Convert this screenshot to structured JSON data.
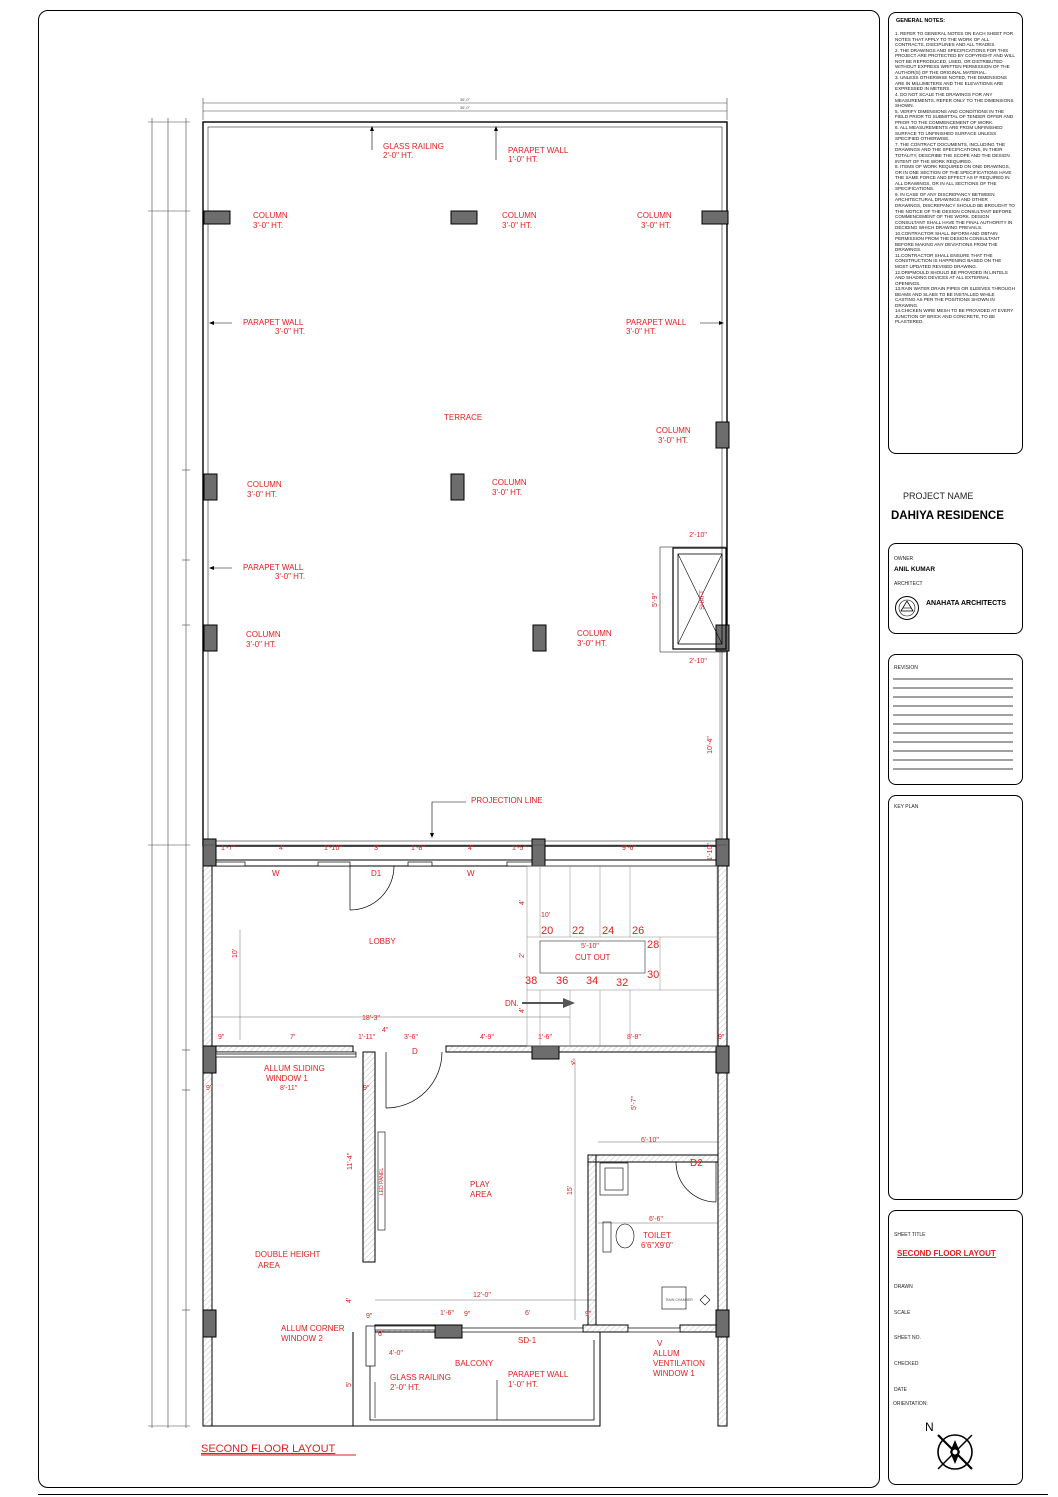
{
  "drawing": {
    "title": "SECOND FLOOR LAYOUT",
    "top_dims": [
      "36'-0\"",
      "36'-0\""
    ],
    "labels": {
      "glass_railing_top": [
        "GLASS RAILING",
        "2'-0\" HT."
      ],
      "parapet_top": [
        "PARAPET WALL",
        "1'-0\" HT."
      ],
      "col_1": [
        "COLUMN",
        "3'-0\" HT."
      ],
      "col_2": [
        "COLUMN",
        "3'-0\" HT."
      ],
      "col_3": [
        "COLUMN",
        "3'-0\" HT."
      ],
      "parapet_left_1": [
        "PARAPET WALL",
        "3'-0\" HT."
      ],
      "parapet_right": [
        "PARAPET WALL",
        "3'-0\" HT."
      ],
      "terrace": "TERRACE",
      "col_right_mid": [
        "COLUMN",
        "3'-0\" HT."
      ],
      "col_4": [
        "COLUMN",
        "3'-0\" HT."
      ],
      "col_5": [
        "COLUMN",
        "3'-0\" HT."
      ],
      "parapet_left_2": [
        "PARAPET WALL",
        "3'-0\" HT."
      ],
      "col_6": [
        "COLUMN",
        "3'-0\" HT."
      ],
      "col_7": [
        "COLUMN",
        "3'-0\" HT."
      ],
      "shaft": "SHAFT",
      "projection_line": "PROJECTION LINE",
      "lobby": "LOBBY",
      "d1": "D1",
      "w1": "W",
      "w2": "W",
      "cut_out": "CUT OUT",
      "dn": "DN.",
      "d": "D",
      "d2": "D2",
      "allum_sliding": [
        "ALLUM SLIDING",
        "WINDOW 1"
      ],
      "play_area": [
        "PLAY",
        "AREA"
      ],
      "led_panel": "LED PANEL",
      "toilet": [
        "TOILET",
        "6'6\"X9'0\""
      ],
      "double_height": [
        "DOUBLE HEIGHT",
        "AREA"
      ],
      "allum_corner": [
        "ALLUM CORNER",
        "WINDOW 2"
      ],
      "sd1": "SD-1",
      "balcony": "BALCONY",
      "glass_railing_bottom": [
        "GLASS RAILING",
        "2'-0\" HT."
      ],
      "parapet_bottom": [
        "PARAPET WALL",
        "1'-0\" HT."
      ],
      "v": "V",
      "allum_vent": [
        "ALLUM",
        "VENTILATION",
        "WINDOW 1"
      ],
      "rain_chamber": "RAIN CHAMBER"
    },
    "stair_numbers": [
      "20",
      "22",
      "24",
      "26",
      "28",
      "30",
      "32",
      "34",
      "36",
      "38"
    ],
    "dims": {
      "shaft_w_top": "2'-10\"",
      "shaft_w_bot": "2'-10\"",
      "shaft_h": "5'-9\"",
      "right_10_4": "10'-4\"",
      "d_1_7": "1'-7\"",
      "d_4a": "4'",
      "d_1_10": "1'-10\"",
      "d_3": "3'",
      "d_1_8": "1'-8\"",
      "d_4b": "4'",
      "d_1_5": "1'-5\"",
      "d_9_6": "9'-6\"",
      "d_1_10v": "1'-10\"",
      "d_10": "10'",
      "d_10s": "10'",
      "d_5_10": "5'-10\"",
      "d_2": "2'",
      "d_4v": "4'",
      "d_4v2": "4'",
      "d_18_3": "18'-3\"",
      "d_9a": "9\"",
      "d_7": "7'",
      "d_1_11": "1'-11\"",
      "d_4_5": "4\"",
      "d_3_6": "3'-6\"",
      "d_4_9": "4'-9\"",
      "d_1_6": "1'-6\"",
      "d_8_8": "8'-8\"",
      "d_9b": "9\"",
      "d_4_5b": "4\"",
      "d_5_7": "5'-7\"",
      "d_9c": "9\"",
      "d_8_11": "8'-11\"",
      "d_9d": "9\"",
      "d_6_10": "6'-10\"",
      "d_11_4": "11'-4\"",
      "d_15": "15'",
      "d_6_6": "6'-6\"",
      "d_12": "12'-0\"",
      "d_4_bal": "4'",
      "d_9e": "9\"",
      "d_1_6b": "1'-6\"",
      "d_9f": "9\"",
      "d_6": "6'",
      "d_9g": "9\"",
      "d_6_b": "6\"",
      "d_4_0": "4'-0\"",
      "d_5": "5'"
    }
  },
  "notes": {
    "title": "GENERAL NOTES:",
    "items": [
      "1. REFER TO GENERAL NOTES ON EACH SHEET FOR NOTES THAT APPLY TO THE WORK OF ALL CONTRACTS, DISCIPLINES AND ALL TRADES.",
      "2. THE DRAWINGS AND SPECIFICATIONS FOR THIS PROJECT ARE PROTECTED BY COPYRIGHT AND WILL NOT BE REPRODUCED, USED, OR DISTRIBUTED WITHOUT EXPRESS WRITTEN PERMISSION OF THE AUTHOR(S) OF THE ORIGINAL MATERIAL.",
      "3. UNLESS OTHERWISE NOTED, THE DIMENSIONS ARE IN MILLIMETERS AND THE ELEVATIONS ARE EXPRESSED IN METERS.",
      "4. DO NOT SCALE THE DRAWINGS FOR ANY MEASUREMENTS. REFER ONLY TO THE DIMENSIONS SHOWN.",
      "5. VERIFY DIMENSIONS AND CONDITIONS IN THE FIELD PRIOR TO SUBMITTAL OF TENDER OFFER AND PRIOR TO THE COMMENCEMENT OF WORK.",
      "6. ALL MEASUREMENTS ARE FROM UNFINISHED SURFACE TO UNFINISHED SURFACE UNLESS SPECIFIED OTHERWISE.",
      "7. THE CONTRACT DOCUMENTS, INCLUDING THE DRAWINGS AND THE SPECIFICATIONS, IN THEIR TOTALITY, DESCRIBE THE SCOPE AND THE DESIGN INTENT OF THE WORK REQUIRED.",
      "8. ITEMS OF WORK REQUIRED ON ONE DRAWINGS, OR IN ONE SECTION OF THE SPECIFICATIONS HAVE THE SAME FORCE AND EFFECT AS IF REQUIRED IN ALL DRAWINGS, OR IN ALL SECTIONS OF THE SPECIFICATIONS.",
      "9. IN CASE OF ANY DISCREPANCY BETWEEN ARCHITECTURAL DRAWINGS AND OTHER DRAWINGS, DISCREPANCY SHOULD BE BROUGHT TO THE NOTICE OF THE DESIGN CONSULTANT BEFORE COMMENCEMENT OF THE WORK. DESIGN CONSULTANT SHALL HAVE THE FINAL AUTHORITY IN DECIDING WHICH DRAWING PREVAILS.",
      "10.CONTRACTOR SHALL INFORM AND OBTAIN PERMISSION FROM THE DESIGN CONSULTANT BEFORE MAKING ANY DEVIATIONS FROM THE DRAWINGS.",
      "11.CONTRACTOR SHALL ENSURE THAT THE CONSTRUCTION IS HAPPENING BASED ON THE MOST UPDATED REVISED DRAWING.",
      "12.DRIPMOULD SHOULD BE PROVIDED IN LINTELS AND SHADING DEVICES AT ALL EXTERNAL OPENINGS.",
      "13.RAIN WATER DRAIN PIPES OR SLEEVES THROUGH BEAMS AND SLABS TO BE INSTALLED WHILE CASTING AS PER THE POSITIONS SHOWN IN DRAWING.",
      "14.CHICKEN WIRE MESH TO BE PROVIDED AT EVERY JUNCTION OF BRICK AND CONCRETE, TO BE PLASTERED."
    ]
  },
  "title_block": {
    "project_name_label": "PROJECT NAME",
    "project_name": "DAHIYA RESIDENCE",
    "owner_label": "OWNER",
    "owner": "ANIL KUMAR",
    "architect_label": "ARCHITECT",
    "architect": "ANAHATA ARCHITECTS",
    "revision_label": "REVISION",
    "key_plan_label": "KEY PLAN",
    "sheet_title_label": "SHEET TITLE",
    "sheet_title": "SECOND FLOOR LAYOUT",
    "drawn_label": "DRAWN",
    "scale_label": "SCALE",
    "sheet_no_label": "SHEET NO.",
    "checked_label": "CHECKED",
    "date_label": "DATE",
    "orientation_label": "ORIENTATION:",
    "north": "N"
  },
  "colors": {
    "annotation": "#e0201e",
    "line": "#000000",
    "column_fill": "#6d6d6d"
  }
}
